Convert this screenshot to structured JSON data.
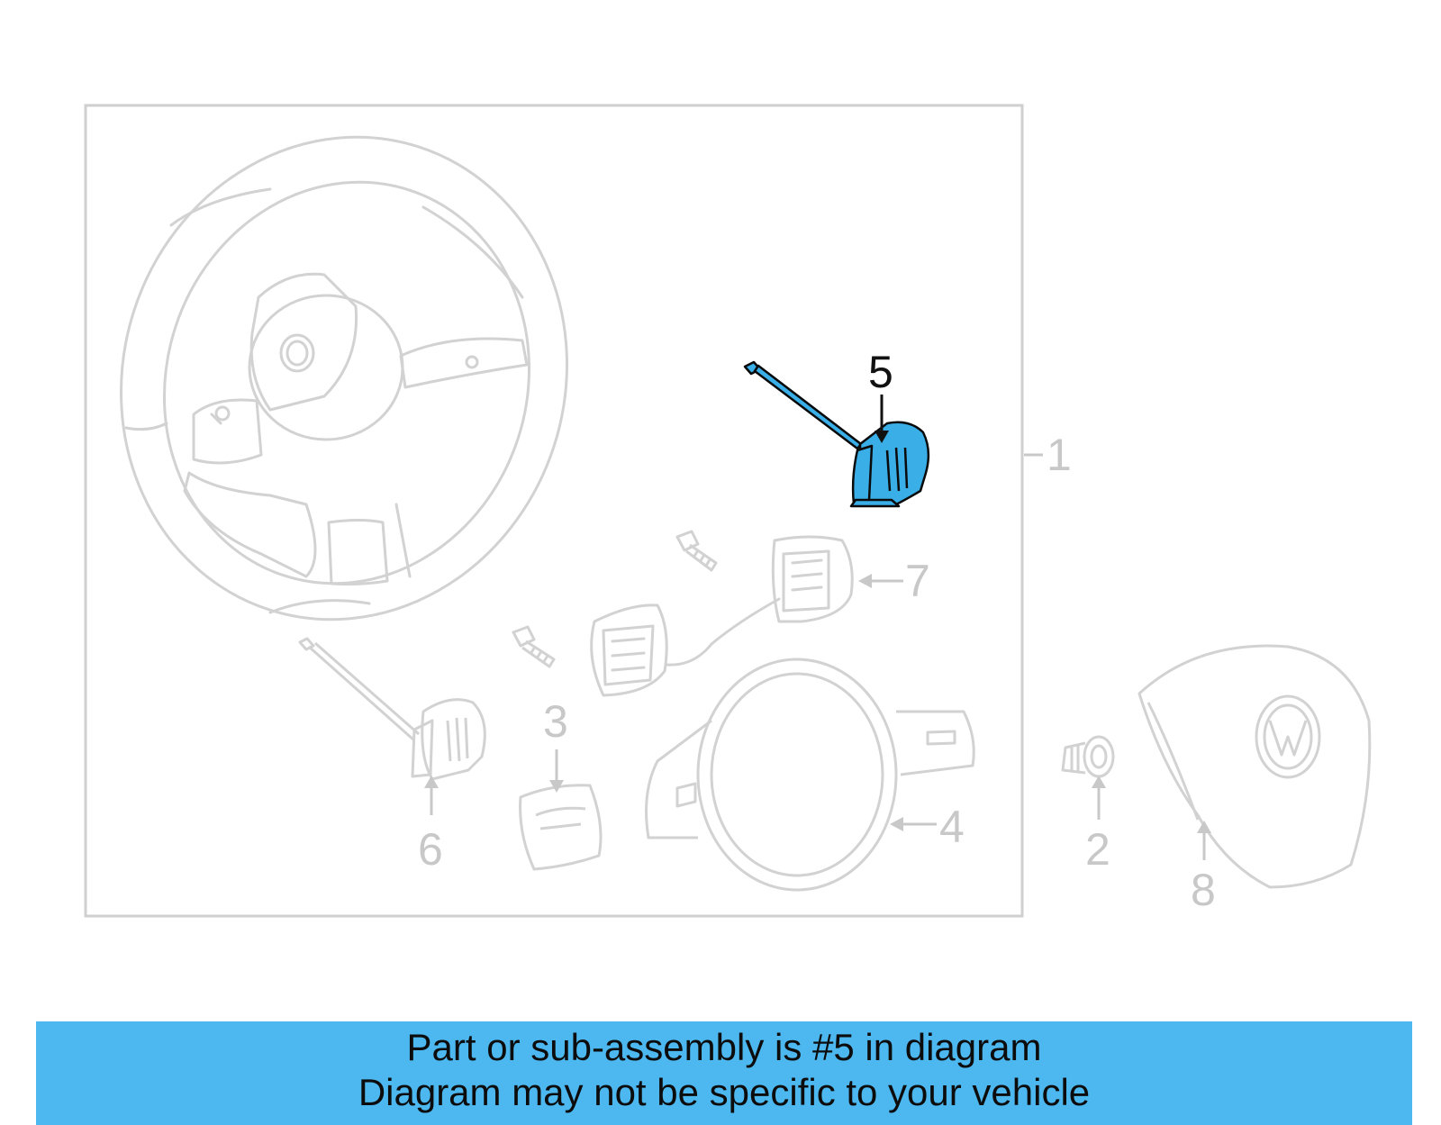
{
  "diagram": {
    "callouts": {
      "c1": "1",
      "c2": "2",
      "c3": "3",
      "c4": "4",
      "c5": "5",
      "c6": "6",
      "c7": "7",
      "c8": "8"
    },
    "highlighted_part": "5",
    "colors": {
      "line_gray": "#d2d2d2",
      "label_gray": "#c8c8c8",
      "highlight_fill": "#3aaee6",
      "highlight_stroke": "#0a0a0a",
      "banner_bg": "#4db8ef"
    }
  },
  "banner": {
    "line1": "Part or sub-assembly is #5 in diagram",
    "line2": "Diagram may not be specific to your vehicle"
  }
}
